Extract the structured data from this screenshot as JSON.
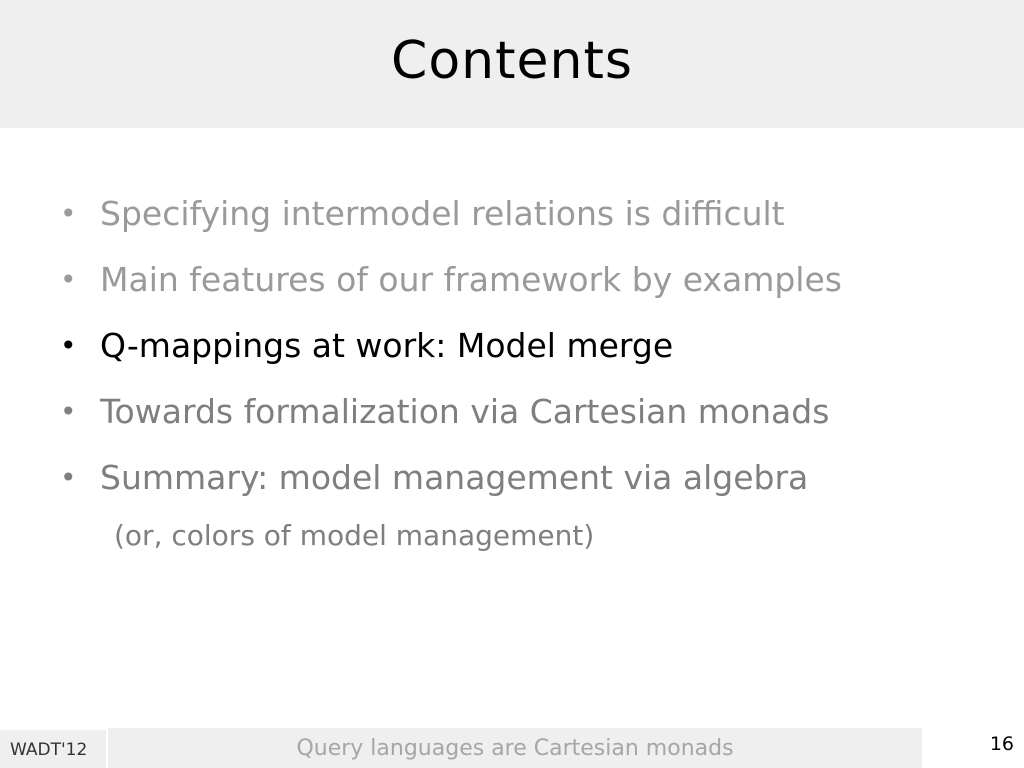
{
  "slide": {
    "title": "Contents",
    "bullet_marker": "•",
    "bullets": [
      {
        "label": "Specifying intermodel relations is difficult",
        "state": "dimmed"
      },
      {
        "label": "Main features of our framework by examples",
        "state": "dimmed"
      },
      {
        "label": "Q-mappings at work: Model merge",
        "state": "current"
      },
      {
        "label": "Towards formalization via Cartesian monads",
        "state": "upcoming"
      },
      {
        "label": "Summary: model management via algebra",
        "state": "upcoming"
      }
    ],
    "sub_note": "(or,  colors of model management)"
  },
  "footer": {
    "left": "WADT'12",
    "center": "Query languages are Cartesian monads",
    "page_number": "16"
  },
  "colors": {
    "title_band": "#efefef",
    "dimmed_text": "#9a9a9a",
    "upcoming_text": "#7f7f7f",
    "current_text": "#000000"
  }
}
